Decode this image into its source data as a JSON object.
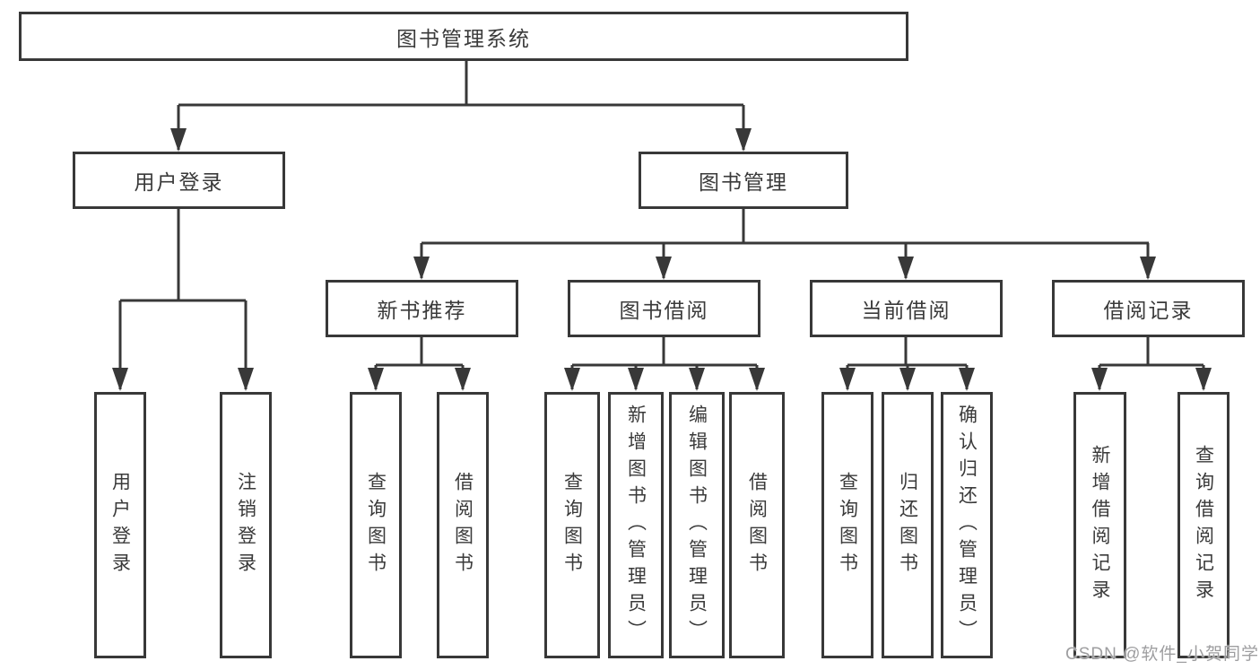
{
  "tree": {
    "label": "图书管理系统",
    "children": [
      {
        "label": "用户登录",
        "children": [
          {
            "label": "用户登录"
          },
          {
            "label": "注销登录"
          }
        ]
      },
      {
        "label": "图书管理",
        "children": [
          {
            "label": "新书推荐",
            "children": [
              {
                "label": "查询图书"
              },
              {
                "label": "借阅图书"
              }
            ]
          },
          {
            "label": "图书借阅",
            "children": [
              {
                "label": "查询图书"
              },
              {
                "label": "新增图书（管理员）"
              },
              {
                "label": "编辑图书（管理员）"
              },
              {
                "label": "借阅图书"
              }
            ]
          },
          {
            "label": "当前借阅",
            "children": [
              {
                "label": "查询图书"
              },
              {
                "label": "归还图书"
              },
              {
                "label": "确认归还（管理员）"
              }
            ]
          },
          {
            "label": "借阅记录",
            "children": [
              {
                "label": "新增借阅记录"
              },
              {
                "label": "查询借阅记录"
              }
            ]
          }
        ]
      }
    ]
  },
  "watermark": "CSDN @软件_小贺同学",
  "colors": {
    "line": "#383838",
    "border": "#383838",
    "text": "#3a3a3a",
    "watermark": "#949496",
    "background": "#ffffff"
  }
}
